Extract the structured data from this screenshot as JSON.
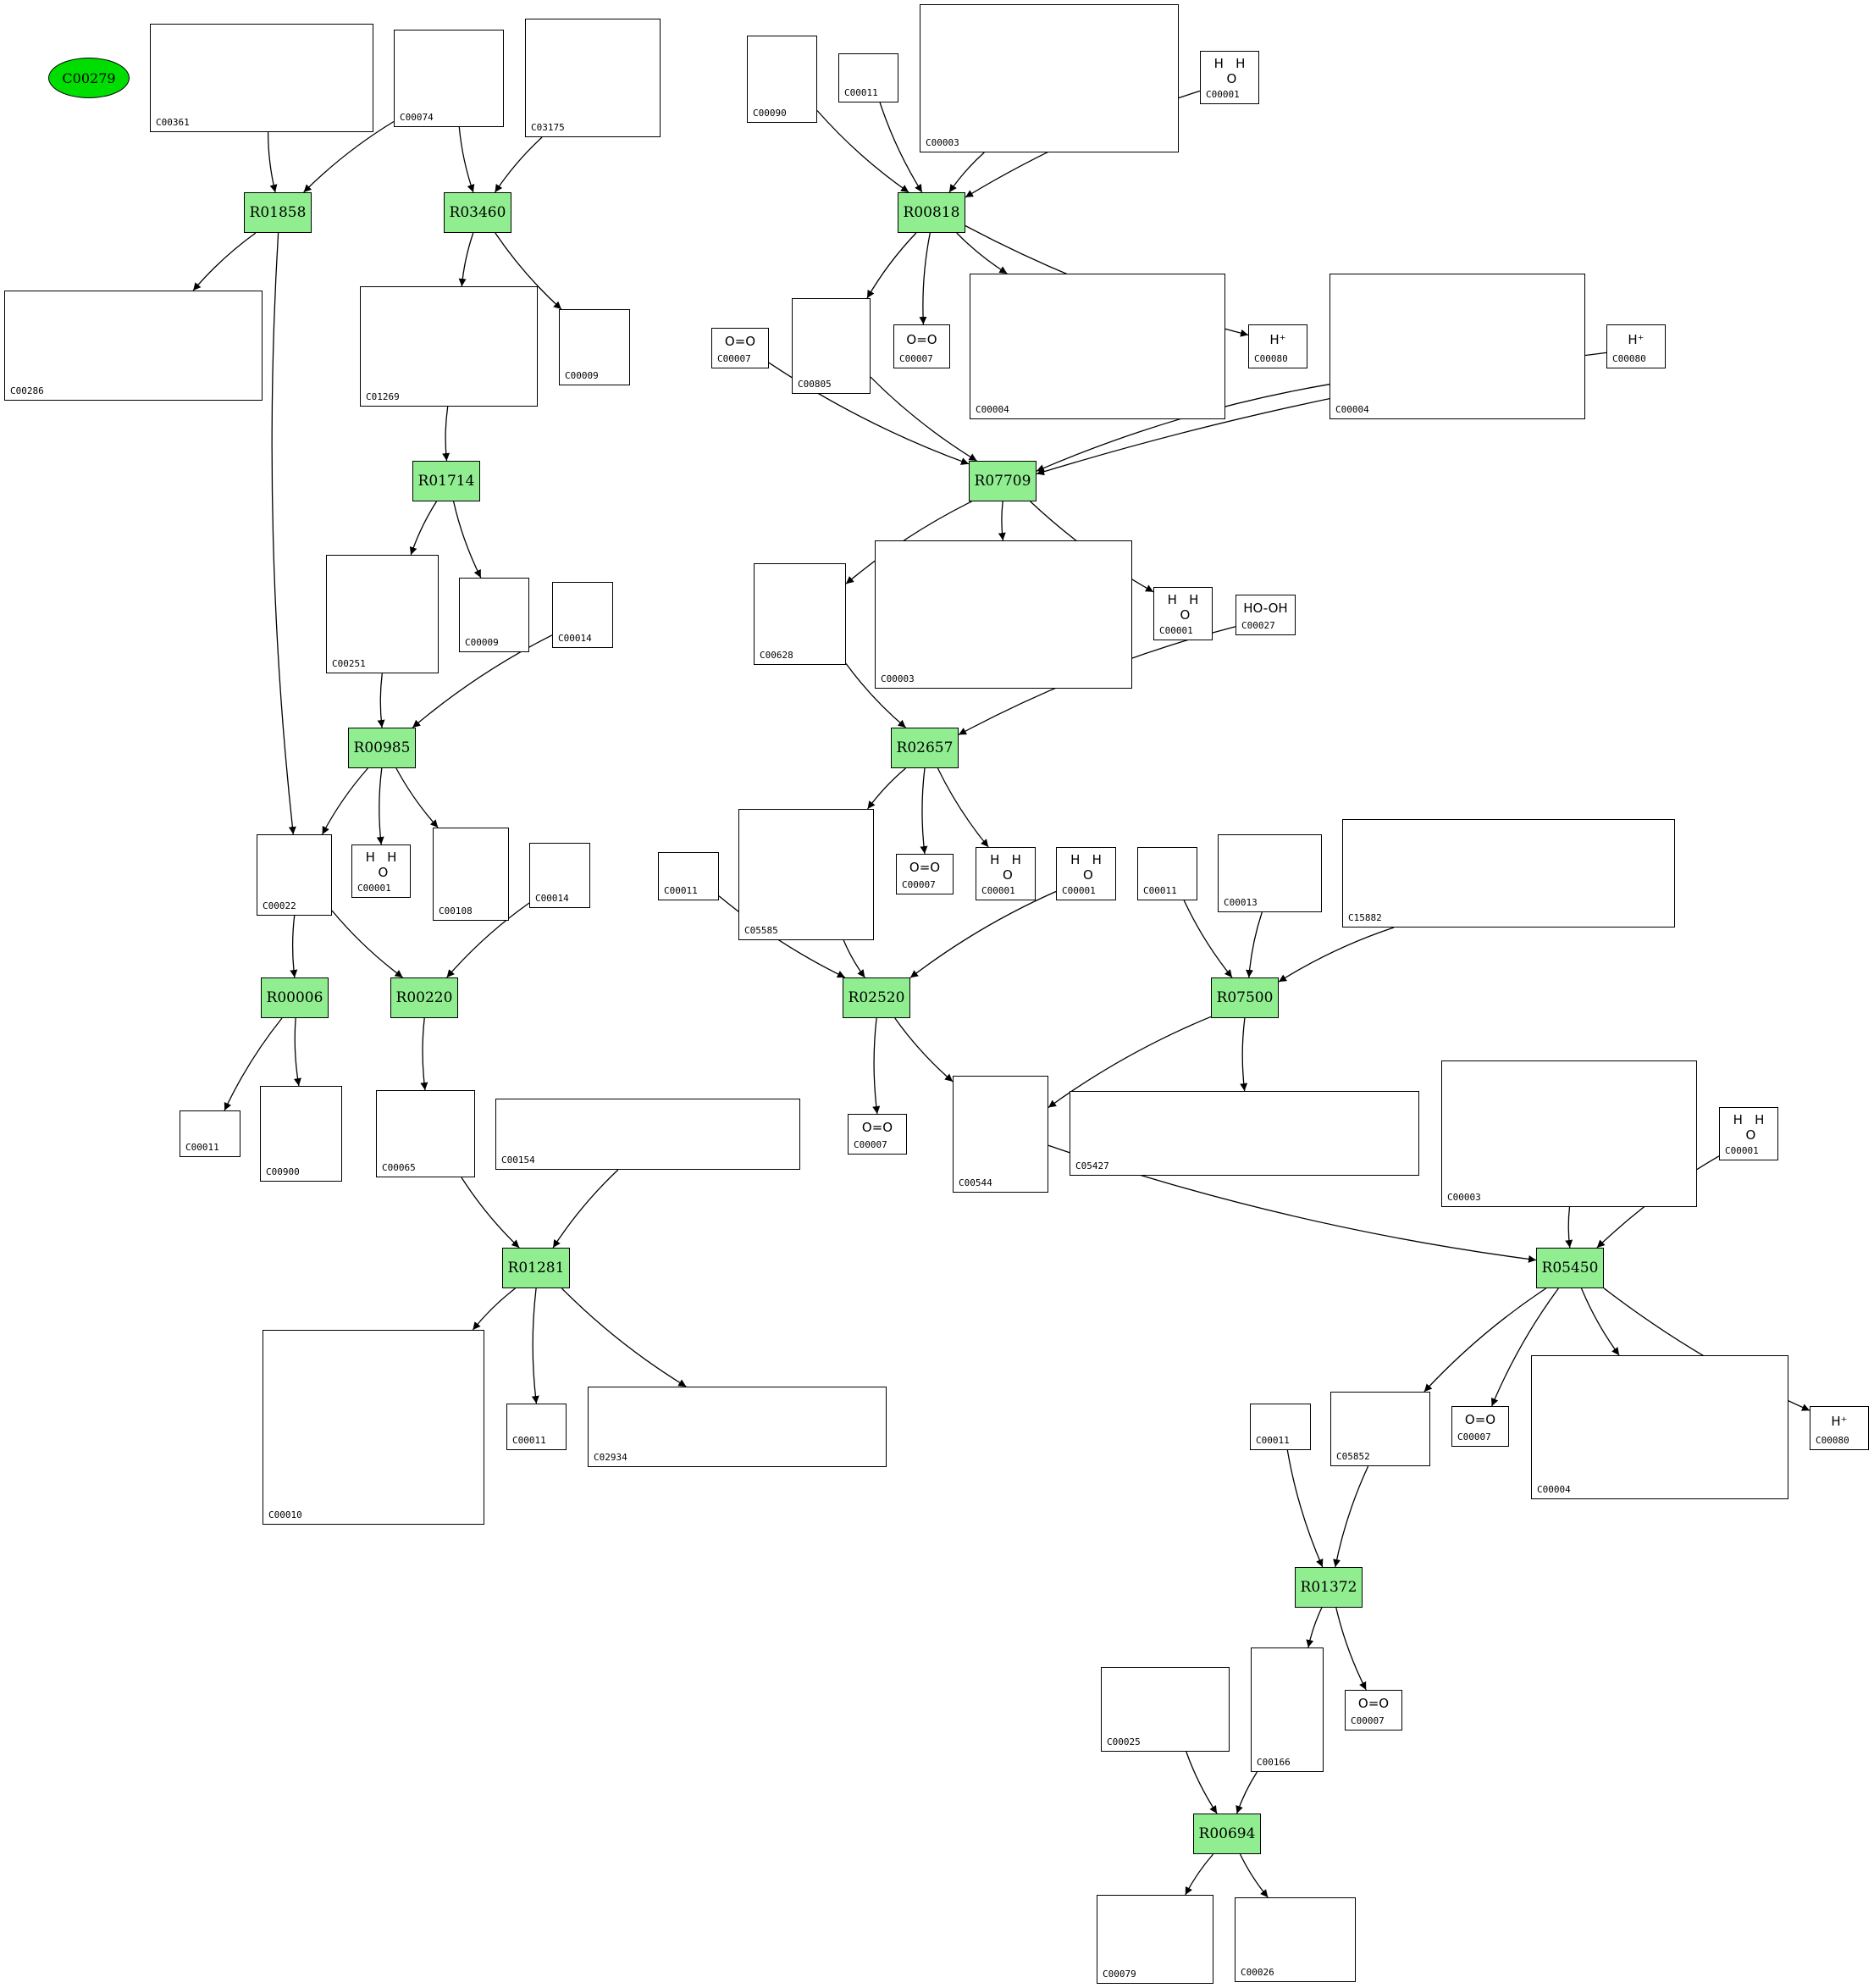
{
  "colors": {
    "reaction_fill": "#90ee90",
    "start_fill": "#00dd00",
    "stroke": "#000000",
    "background": "#ffffff"
  },
  "start": {
    "label": "C00279"
  },
  "reactions": {
    "R01858": "R01858",
    "R03460": "R03460",
    "R00818": "R00818",
    "R07709": "R07709",
    "R01714": "R01714",
    "R00985": "R00985",
    "R02657": "R02657",
    "R00006": "R00006",
    "R00220": "R00220",
    "R02520": "R02520",
    "R07500": "R07500",
    "R01281": "R01281",
    "R05450": "R05450",
    "R01372": "R01372",
    "R00694": "R00694"
  },
  "compounds": {
    "c00361": {
      "id": "C00361",
      "formula": ""
    },
    "c00074": {
      "id": "C00074",
      "formula": ""
    },
    "c03175": {
      "id": "C03175",
      "formula": ""
    },
    "c00090": {
      "id": "C00090",
      "formula": ""
    },
    "c00011a": {
      "id": "C00011",
      "formula": ""
    },
    "c00003a": {
      "id": "C00003",
      "formula": ""
    },
    "c00001a": {
      "id": "C00001",
      "formula": "H   H\n O"
    },
    "c00286": {
      "id": "C00286",
      "formula": ""
    },
    "c00009a": {
      "id": "C00009",
      "formula": ""
    },
    "c00805": {
      "id": "C00805",
      "formula": ""
    },
    "c00007a": {
      "id": "C00007",
      "formula": "O=O"
    },
    "c00004a": {
      "id": "C00004",
      "formula": ""
    },
    "c00080a": {
      "id": "C00080",
      "formula": "H⁺"
    },
    "c00007b": {
      "id": "C00007",
      "formula": "O=O"
    },
    "c00004b": {
      "id": "C00004",
      "formula": ""
    },
    "c00080b": {
      "id": "C00080",
      "formula": "H⁺"
    },
    "c01269": {
      "id": "C01269",
      "formula": ""
    },
    "c00251": {
      "id": "C00251",
      "formula": ""
    },
    "c00009b": {
      "id": "C00009",
      "formula": ""
    },
    "c00014a": {
      "id": "C00014",
      "formula": ""
    },
    "c00628": {
      "id": "C00628",
      "formula": ""
    },
    "c00003b": {
      "id": "C00003",
      "formula": ""
    },
    "c00001b": {
      "id": "C00001",
      "formula": "H   H\n O"
    },
    "c00027": {
      "id": "C00027",
      "formula": "HO-OH"
    },
    "c00022": {
      "id": "C00022",
      "formula": ""
    },
    "c00001c": {
      "id": "C00001",
      "formula": "H   H\n O"
    },
    "c00108": {
      "id": "C00108",
      "formula": ""
    },
    "c00014b": {
      "id": "C00014",
      "formula": ""
    },
    "c00011b": {
      "id": "C00011",
      "formula": ""
    },
    "c05585": {
      "id": "C05585",
      "formula": ""
    },
    "c00007c": {
      "id": "C00007",
      "formula": "O=O"
    },
    "c00001d": {
      "id": "C00001",
      "formula": "H   H\n O"
    },
    "c00001e": {
      "id": "C00001",
      "formula": "H   H\n O"
    },
    "c00011c": {
      "id": "C00011",
      "formula": ""
    },
    "c00013": {
      "id": "C00013",
      "formula": ""
    },
    "c15882": {
      "id": "C15882",
      "formula": ""
    },
    "c00011d": {
      "id": "C00011",
      "formula": ""
    },
    "c00900": {
      "id": "C00900",
      "formula": ""
    },
    "c00065": {
      "id": "C00065",
      "formula": ""
    },
    "c00154": {
      "id": "C00154",
      "formula": ""
    },
    "c00007d": {
      "id": "C00007",
      "formula": "O=O"
    },
    "c00544": {
      "id": "C00544",
      "formula": ""
    },
    "c05427": {
      "id": "C05427",
      "formula": ""
    },
    "c00003c": {
      "id": "C00003",
      "formula": ""
    },
    "c00001f": {
      "id": "C00001",
      "formula": "H   H\n O"
    },
    "c00010": {
      "id": "C00010",
      "formula": ""
    },
    "c00011e": {
      "id": "C00011",
      "formula": ""
    },
    "c02934": {
      "id": "C02934",
      "formula": ""
    },
    "c00011f": {
      "id": "C00011",
      "formula": ""
    },
    "c05852": {
      "id": "C05852",
      "formula": ""
    },
    "c00007e": {
      "id": "C00007",
      "formula": "O=O"
    },
    "c00004c": {
      "id": "C00004",
      "formula": ""
    },
    "c00080c": {
      "id": "C00080",
      "formula": "H⁺"
    },
    "c00025": {
      "id": "C00025",
      "formula": ""
    },
    "c00166": {
      "id": "C00166",
      "formula": ""
    },
    "c00007f": {
      "id": "C00007",
      "formula": "O=O"
    },
    "c00079": {
      "id": "C00079",
      "formula": ""
    },
    "c00026": {
      "id": "C00026",
      "formula": ""
    }
  },
  "edges": [
    [
      "c00361",
      "R01858"
    ],
    [
      "c00074",
      "R01858"
    ],
    [
      "R01858",
      "c00286"
    ],
    [
      "R01858",
      "c00022"
    ],
    [
      "c00074",
      "R03460"
    ],
    [
      "c03175",
      "R03460"
    ],
    [
      "R03460",
      "c01269"
    ],
    [
      "R03460",
      "c00009a"
    ],
    [
      "c01269",
      "R01714"
    ],
    [
      "R01714",
      "c00251"
    ],
    [
      "R01714",
      "c00009b"
    ],
    [
      "c00251",
      "R00985"
    ],
    [
      "c00014a",
      "R00985"
    ],
    [
      "R00985",
      "c00022"
    ],
    [
      "R00985",
      "c00001c"
    ],
    [
      "R00985",
      "c00108"
    ],
    [
      "c00022",
      "R00006"
    ],
    [
      "R00006",
      "c00011d"
    ],
    [
      "R00006",
      "c00900"
    ],
    [
      "c00022",
      "R00220"
    ],
    [
      "c00014b",
      "R00220"
    ],
    [
      "R00220",
      "c00065"
    ],
    [
      "c00065",
      "R01281"
    ],
    [
      "c00154",
      "R01281"
    ],
    [
      "R01281",
      "c00010"
    ],
    [
      "R01281",
      "c00011e"
    ],
    [
      "R01281",
      "c02934"
    ],
    [
      "c00090",
      "R00818"
    ],
    [
      "c00011a",
      "R00818"
    ],
    [
      "c00003a",
      "R00818"
    ],
    [
      "c00001a",
      "R00818"
    ],
    [
      "R00818",
      "c00805"
    ],
    [
      "R00818",
      "c00007a"
    ],
    [
      "R00818",
      "c00004a"
    ],
    [
      "R00818",
      "c00080a"
    ],
    [
      "c00007b",
      "R07709"
    ],
    [
      "c00805",
      "R07709"
    ],
    [
      "c00004b",
      "R07709"
    ],
    [
      "c00080b",
      "R07709"
    ],
    [
      "R07709",
      "c00628"
    ],
    [
      "R07709",
      "c00003b"
    ],
    [
      "R07709",
      "c00001b"
    ],
    [
      "c00628",
      "R02657"
    ],
    [
      "c00027",
      "R02657"
    ],
    [
      "R02657",
      "c05585"
    ],
    [
      "R02657",
      "c00007c"
    ],
    [
      "R02657",
      "c00001d"
    ],
    [
      "c00011b",
      "R02520"
    ],
    [
      "c05585",
      "R02520"
    ],
    [
      "c00001e",
      "R02520"
    ],
    [
      "R02520",
      "c00007d"
    ],
    [
      "R02520",
      "c00544"
    ],
    [
      "c00011c",
      "R07500"
    ],
    [
      "c00013",
      "R07500"
    ],
    [
      "c15882",
      "R07500"
    ],
    [
      "R07500",
      "c00544"
    ],
    [
      "R07500",
      "c05427"
    ],
    [
      "c00544",
      "R05450"
    ],
    [
      "c00003c",
      "R05450"
    ],
    [
      "c00001f",
      "R05450"
    ],
    [
      "R05450",
      "c05852"
    ],
    [
      "R05450",
      "c00007e"
    ],
    [
      "R05450",
      "c00004c"
    ],
    [
      "R05450",
      "c00080c"
    ],
    [
      "c00011f",
      "R01372"
    ],
    [
      "c05852",
      "R01372"
    ],
    [
      "R01372",
      "c00166"
    ],
    [
      "R01372",
      "c00007f"
    ],
    [
      "c00025",
      "R00694"
    ],
    [
      "c00166",
      "R00694"
    ],
    [
      "R00694",
      "c00079"
    ],
    [
      "R00694",
      "c00026"
    ]
  ]
}
